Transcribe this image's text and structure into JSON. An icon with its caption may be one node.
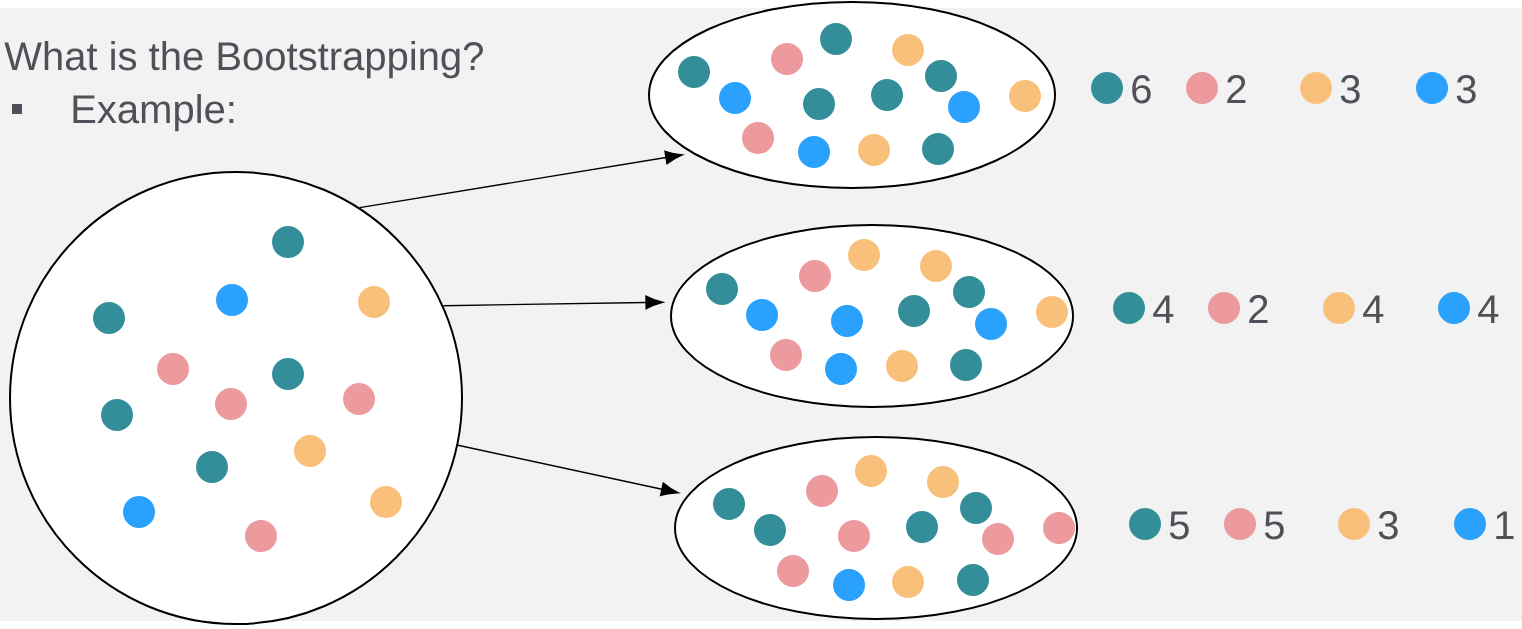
{
  "diagram": {
    "title": "What is the Bootstrapping?",
    "nodes": [
      {
        "text": [],
        "shape": "circle"
      },
      {
        "text": [],
        "shape": "ellipse"
      },
      {
        "text": [],
        "shape": "ellipse"
      },
      {
        "text": [],
        "shape": "ellipse"
      }
    ],
    "edges": [
      {
        "from": 0,
        "to": 1,
        "arrow": "to"
      },
      {
        "from": 0,
        "to": 2,
        "arrow": "to"
      },
      {
        "from": 0,
        "to": 3,
        "arrow": "to"
      }
    ],
    "labels": [
      "Example:"
    ],
    "legend": [
      {
        "text": "6",
        "color": "#348e9a"
      },
      {
        "text": "2",
        "color": "#ec9a9e"
      },
      {
        "text": "3",
        "color": "#f8c07a"
      },
      {
        "text": "3",
        "color": "#2aa1fc"
      },
      {
        "text": "4",
        "color": "#348e9a"
      },
      {
        "text": "2",
        "color": "#ec9a9e"
      },
      {
        "text": "4",
        "color": "#f8c07a"
      },
      {
        "text": "4",
        "color": "#2aa1fc"
      },
      {
        "text": "5",
        "color": "#348e9a"
      },
      {
        "text": "5",
        "color": "#ec9a9e"
      },
      {
        "text": "3",
        "color": "#f8c07a"
      },
      {
        "text": "1",
        "color": "#2aa1fc"
      }
    ]
  }
}
